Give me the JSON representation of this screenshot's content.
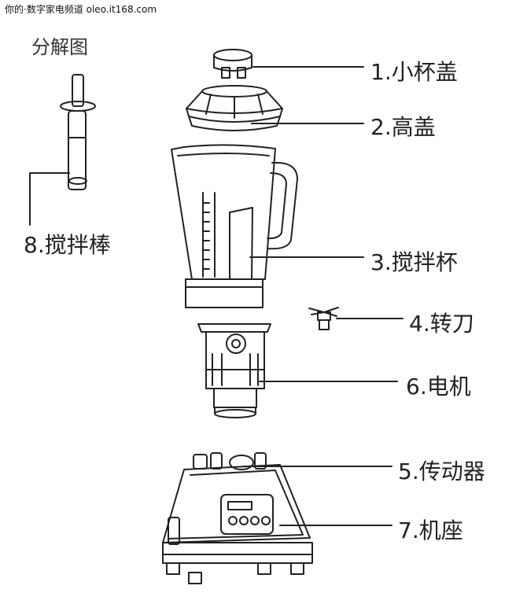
{
  "watermark": "你的·数字家电频道 oleo.it168.com",
  "title": "分解图",
  "parts": [
    {
      "id": "cap",
      "label": "1.小杯盖"
    },
    {
      "id": "lid",
      "label": "2.高盖"
    },
    {
      "id": "jar",
      "label": "3.搅拌杯"
    },
    {
      "id": "blade",
      "label": "4.转刀"
    },
    {
      "id": "coupler",
      "label": "5.传动器"
    },
    {
      "id": "motor",
      "label": "6.电机"
    },
    {
      "id": "base",
      "label": "7.机座"
    },
    {
      "id": "tamper",
      "label": "8.搅拌棒"
    }
  ],
  "colors": {
    "line": "#222222",
    "text": "#222222",
    "background": "#ffffff"
  }
}
